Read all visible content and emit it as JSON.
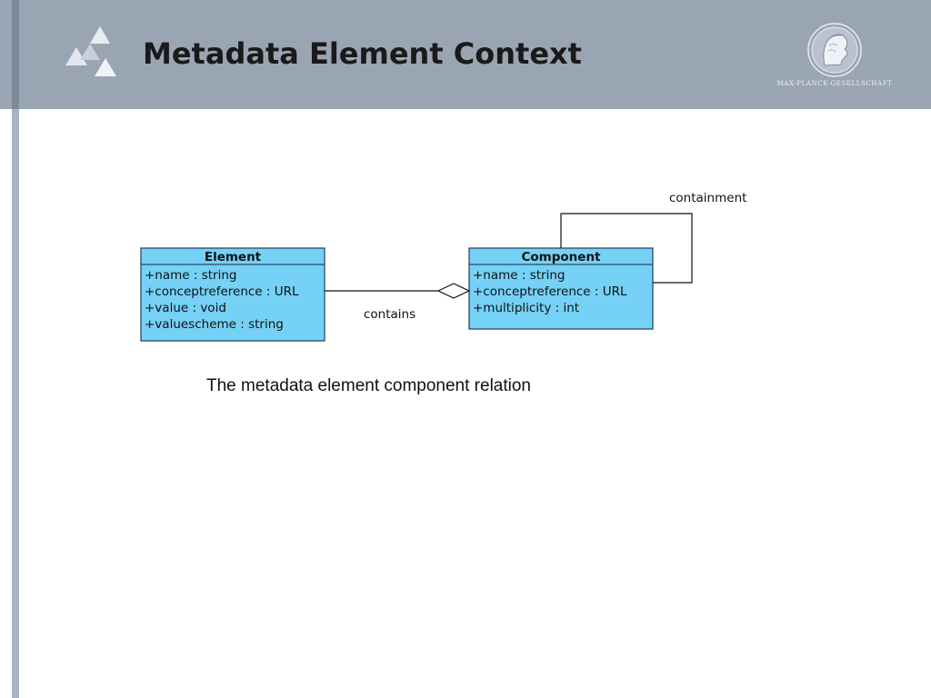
{
  "slide": {
    "title": "Metadata Element Context",
    "caption": "The metadata element component relation",
    "logo_text": "MAX-PLANCK-GESELLSCHAFT"
  },
  "diagram": {
    "classes": [
      {
        "id": "element",
        "name": "Element",
        "attributes": [
          "+name : string",
          "+conceptreference : URL",
          "+value : void",
          "+valuescheme : string"
        ]
      },
      {
        "id": "component",
        "name": "Component",
        "attributes": [
          "+name : string",
          "+conceptreference : URL",
          "+multiplicity : int"
        ]
      }
    ],
    "relations": [
      {
        "from": "element",
        "to": "component",
        "type": "aggregation",
        "label": "contains"
      },
      {
        "from": "component",
        "to": "component",
        "type": "association",
        "label": "containment"
      }
    ]
  },
  "colors": {
    "header_band": "#9aa5b4",
    "left_bar": "#a9b4c2",
    "class_fill": "#75d1f5",
    "class_border": "#2b4a66"
  },
  "icons": {
    "slide_logo": "triangles-icon",
    "mpg_logo": "minerva-seal-icon"
  }
}
